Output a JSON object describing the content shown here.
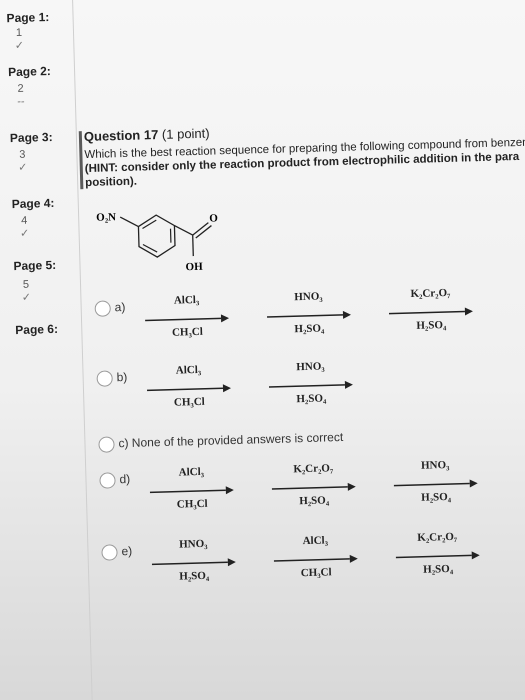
{
  "sidebar": {
    "pages": [
      {
        "label": "Page 1:",
        "items": [
          {
            "num": "1",
            "mark": "✓"
          }
        ]
      },
      {
        "label": "Page 2:",
        "items": [
          {
            "num": "2",
            "mark": "--"
          }
        ]
      },
      {
        "label": "Page 3:",
        "items": [
          {
            "num": "3",
            "mark": "✓"
          }
        ]
      },
      {
        "label": "Page 4:",
        "items": [
          {
            "num": "4",
            "mark": "✓"
          }
        ]
      },
      {
        "label": "Page 5:",
        "items": [
          {
            "num": "5",
            "mark": "✓"
          }
        ]
      },
      {
        "label": "Page 6:",
        "items": []
      }
    ]
  },
  "question": {
    "title": "Question 17",
    "points": "(1 point)",
    "text": "Which is the best reaction sequence for preparing the following compound from benzene?",
    "hint": "(HINT: consider only the reaction product from electrophilic addition in the para position)."
  },
  "molecule": {
    "substituent_left": "O₂N",
    "substituent_o": "O",
    "substituent_oh": "OH"
  },
  "options": [
    {
      "letter": "a)",
      "steps": [
        {
          "top": "AlCl₃",
          "bottom": "CH₃Cl"
        },
        {
          "top": "HNO₃",
          "bottom": "H₂SO₄"
        },
        {
          "top": "K₂Cr₂O₇",
          "bottom": "H₂SO₄"
        }
      ]
    },
    {
      "letter": "b)",
      "steps": [
        {
          "top": "AlCl₃",
          "bottom": "CH₃Cl"
        },
        {
          "top": "HNO₃",
          "bottom": "H₂SO₄"
        }
      ]
    },
    {
      "letter": "c)",
      "text": "None of the provided answers is correct"
    },
    {
      "letter": "d)",
      "steps": [
        {
          "top": "AlCl₃",
          "bottom": "CH₃Cl"
        },
        {
          "top": "K₂Cr₂O₇",
          "bottom": "H₂SO₄"
        },
        {
          "top": "HNO₃",
          "bottom": "H₂SO₄"
        }
      ]
    },
    {
      "letter": "e)",
      "steps": [
        {
          "top": "HNO₃",
          "bottom": "H₂SO₄"
        },
        {
          "top": "AlCl₃",
          "bottom": "CH₃Cl"
        },
        {
          "top": "K₂Cr₂O₇",
          "bottom": "H₂SO₄"
        }
      ]
    }
  ]
}
